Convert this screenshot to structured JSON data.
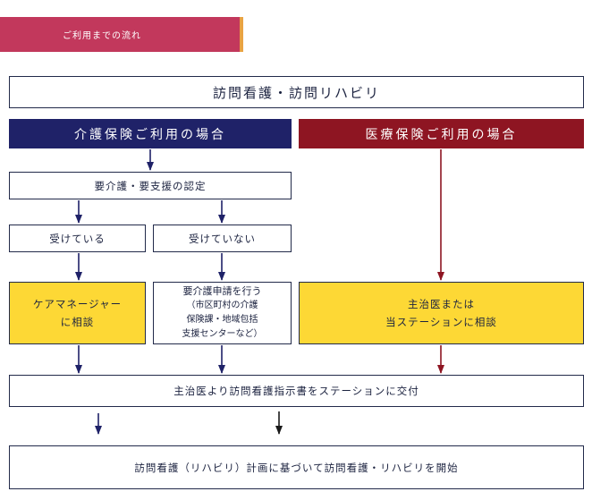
{
  "header": {
    "badge_label": "ご利用までの流れ"
  },
  "flow": {
    "title": "訪問看護・訪問リハビリ",
    "insurance_care_header": "介護保険ご利用の場合",
    "insurance_medical_header": "医療保険ご利用の場合",
    "certification": "要介護・要支援の認定",
    "received": "受けている",
    "not_received": "受けていない",
    "care_manager_line1": "ケアマネージャー",
    "care_manager_line2": "に相談",
    "apply_line1": "要介護申請を行う",
    "apply_line2": "（市区町村の介護",
    "apply_line3": "保険課・地域包括",
    "apply_line4": "支援センターなど）",
    "doctor_consult_line1": "主治医または",
    "doctor_consult_line2": "当ステーションに相談",
    "instruction_issue": "主治医より訪問看護指示書をステーションに交付",
    "plan_start": "訪問看護（リハビリ）計画に基づいて訪問看護・リハビリを開始"
  },
  "colors": {
    "navy": "#1f2268",
    "red": "#8e1522",
    "yellow": "#fdd835",
    "badge": "#c2385c",
    "badge_edge": "#e9a343"
  }
}
